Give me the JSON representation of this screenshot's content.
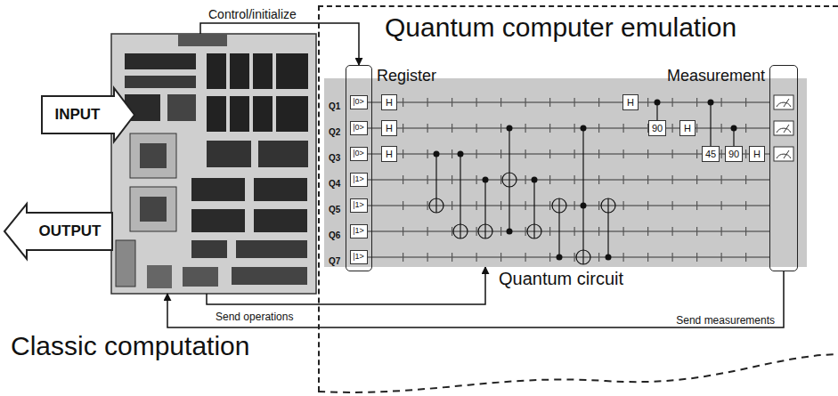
{
  "diagram": {
    "nodes": [
      {
        "text": [
          "INPUT"
        ]
      },
      {
        "text": [
          "Classic computation"
        ]
      },
      {
        "text": [
          "OUTPUT"
        ]
      },
      {
        "text": [
          "Quantum computer emulation"
        ]
      },
      {
        "text": [
          "Quantum circuit"
        ],
        "in": 3
      },
      {
        "text": [
          "Register"
        ],
        "in": 4
      },
      {
        "text": [
          "|0>"
        ],
        "in": 5
      },
      {
        "text": [
          "|0>"
        ],
        "in": 5
      },
      {
        "text": [
          "|0>"
        ],
        "in": 5
      },
      {
        "text": [
          "|1>"
        ],
        "in": 5
      },
      {
        "text": [
          "|1>"
        ],
        "in": 5
      },
      {
        "text": [
          "|1>"
        ],
        "in": 5
      },
      {
        "text": [
          "|1>"
        ],
        "in": 5
      },
      {
        "text": [
          "H"
        ],
        "in": 4
      },
      {
        "text": [
          "H"
        ],
        "in": 4
      },
      {
        "text": [
          "H"
        ],
        "in": 4
      },
      {
        "text": [
          "H"
        ],
        "in": 4
      },
      {
        "text": [
          "90"
        ],
        "in": 4
      },
      {
        "text": [
          "H"
        ],
        "in": 4
      },
      {
        "text": [
          "45"
        ],
        "in": 4
      },
      {
        "text": [
          "90"
        ],
        "in": 4
      },
      {
        "text": [
          "H"
        ],
        "in": 4
      },
      {
        "text": [
          "Measurement"
        ],
        "in": 4
      }
    ],
    "edges": [
      {
        "from": 1,
        "to": 5,
        "label": "Control/initialize",
        "arrow": "to"
      },
      {
        "from": 1,
        "to": 4,
        "label": "Send operations",
        "arrow": "to"
      },
      {
        "from": 22,
        "to": 1,
        "label": "Send measurements",
        "arrow": "to"
      }
    ],
    "labels": [
      "Q1",
      "Q2",
      "Q3",
      "Q4",
      "Q5",
      "Q6",
      "Q7"
    ]
  }
}
